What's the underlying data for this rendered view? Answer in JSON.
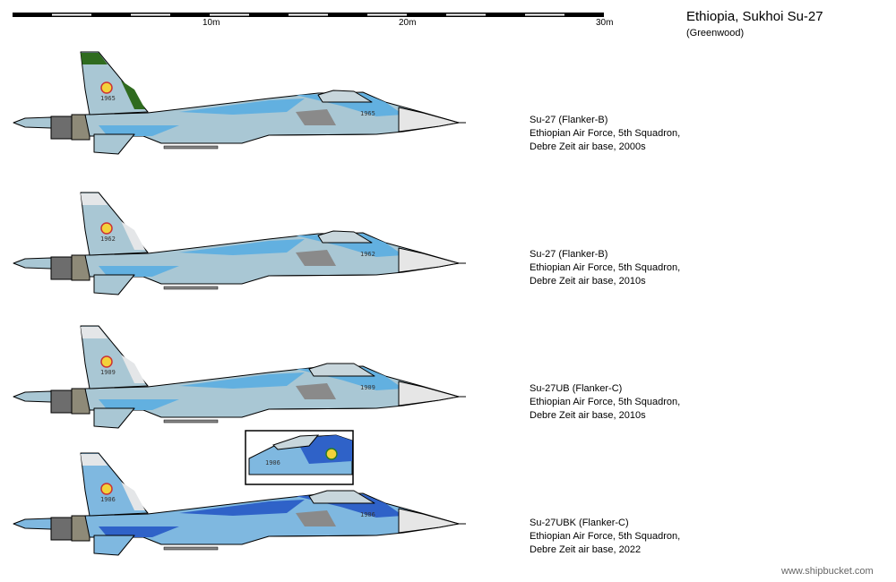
{
  "header": {
    "title": "Ethiopia, Sukhoi Su-27",
    "author": "(Greenwood)"
  },
  "scale": {
    "labels": [
      "10m",
      "20m",
      "30m"
    ]
  },
  "aircraft": [
    {
      "type": "Su-27 (Flanker-B)",
      "unit": "Ethiopian Air Force, 5th Squadron,",
      "base": "Debre Zeit air base, 2000s",
      "serial": "1965",
      "colors": {
        "base": "#a9c7d4",
        "camo": "#62b0e0",
        "fin": "#2f6b1f"
      }
    },
    {
      "type": "Su-27 (Flanker-B)",
      "unit": "Ethiopian Air Force, 5th Squadron,",
      "base": "Debre Zeit air base, 2010s",
      "serial": "1962",
      "colors": {
        "base": "#a9c7d4",
        "camo": "#62b0e0",
        "fin": "#e4e6e8"
      }
    },
    {
      "type": "Su-27UB (Flanker-C)",
      "unit": "Ethiopian Air Force, 5th Squadron,",
      "base": "Debre Zeit air base, 2010s",
      "serial": "1909",
      "colors": {
        "base": "#a9c7d4",
        "camo": "#62b0e0",
        "fin": "#e4e6e8"
      }
    },
    {
      "type": "Su-27UBK (Flanker-C)",
      "unit": "Ethiopian Air Force, 5th Squadron,",
      "base": "Debre Zeit air base, 2022",
      "serial": "1906",
      "colors": {
        "base": "#7fb8e0",
        "camo": "#2f62c8",
        "fin": "#e4e6e8"
      }
    }
  ],
  "inset": {
    "serial": "1906"
  },
  "footer": {
    "site": "www.shipbucket.com"
  }
}
